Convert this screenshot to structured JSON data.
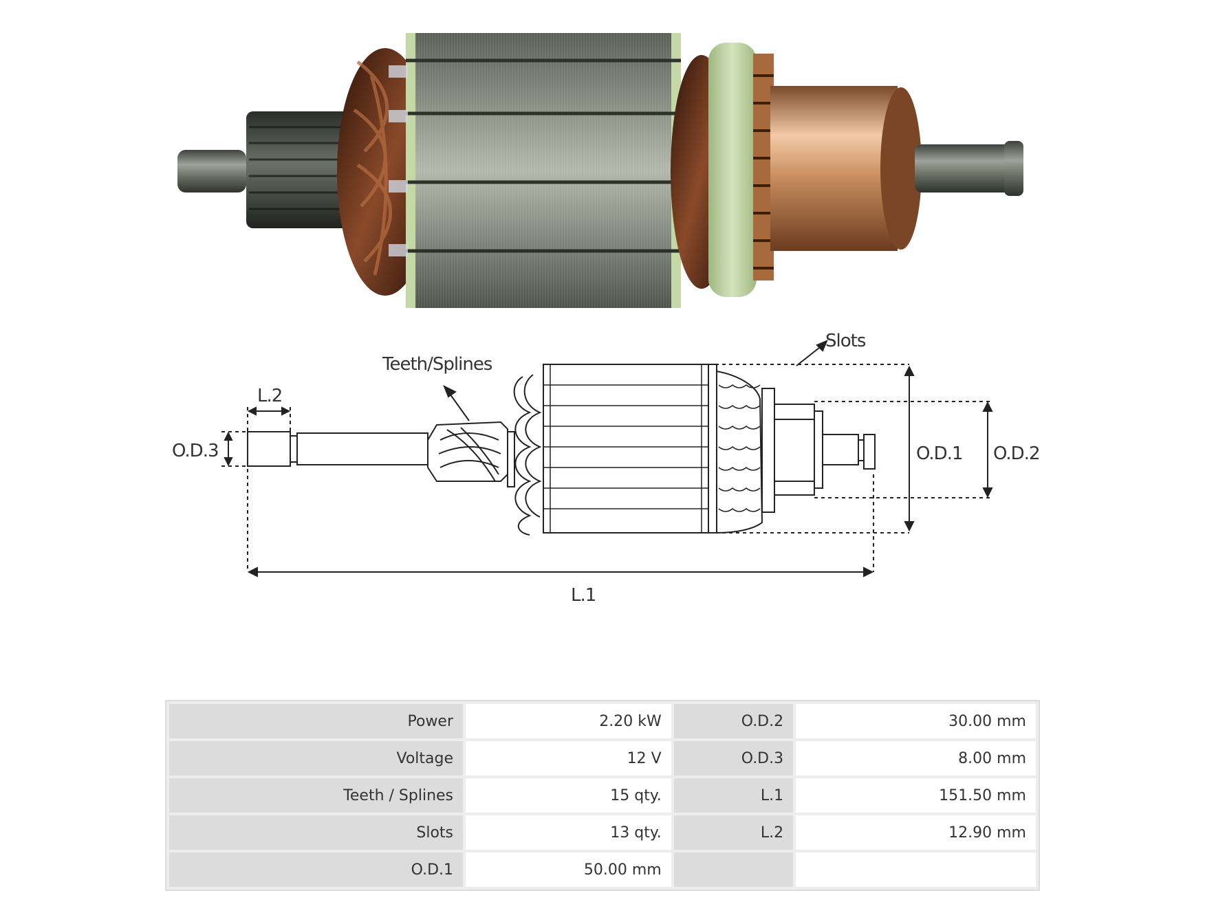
{
  "photo": {
    "subject": "starter-armature",
    "colors": {
      "lamination": "#8e9488",
      "copper": "#c98e5f",
      "insulator": "#b9cf9a",
      "winding": "#4a2412"
    }
  },
  "drawing": {
    "labels": {
      "slots": "Slots",
      "teeth": "Teeth/Splines",
      "l2": "L.2",
      "od3": "O.D.3",
      "od1": "O.D.1",
      "od2": "O.D.2",
      "l1": "L.1"
    }
  },
  "specs": {
    "rows": [
      {
        "k1": "Power",
        "v1": "2.20 kW",
        "k2": "O.D.2",
        "v2": "30.00 mm"
      },
      {
        "k1": "Voltage",
        "v1": "12 V",
        "k2": "O.D.3",
        "v2": "8.00 mm"
      },
      {
        "k1": "Teeth / Splines",
        "v1": "15 qty.",
        "k2": "L.1",
        "v2": "151.50 mm"
      },
      {
        "k1": "Slots",
        "v1": "13 qty.",
        "k2": "L.2",
        "v2": "12.90 mm"
      },
      {
        "k1": "O.D.1",
        "v1": "50.00 mm",
        "k2": "",
        "v2": ""
      }
    ]
  }
}
